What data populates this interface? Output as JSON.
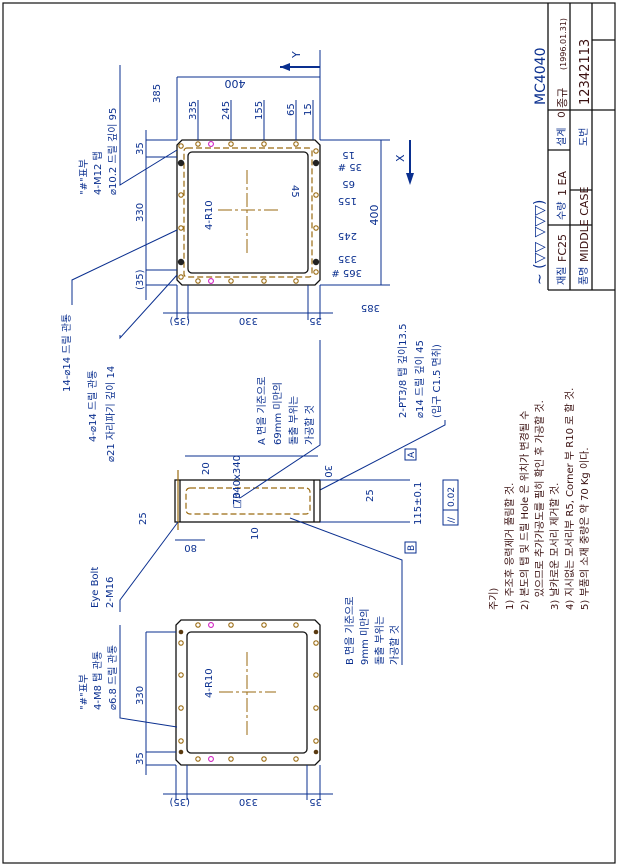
{
  "title_block": {
    "surface_finish_symbol": "∼ (▽▽ ▽▽▽)",
    "drawing_code": "MC4040",
    "material_label": "재질",
    "material_value": "FC25",
    "quantity_label": "수량",
    "quantity_value": "1 EA",
    "design_label": "설계",
    "designer_value": "이종규",
    "design_date": "(1996.01.31)",
    "part_name_label": "품명",
    "part_name_value": "MIDDLE CASE",
    "drawing_no_label": "도번",
    "drawing_no_value": "12342113"
  },
  "top_view": {
    "axis_y": "Y",
    "axis_x": "X",
    "overall_width": "400",
    "overall_height": "400",
    "top_positions": [
      "385",
      "335",
      "245",
      "155",
      "65",
      "15"
    ],
    "right_positions": [
      "15",
      "35 #",
      "65",
      "155",
      "245",
      "335",
      "365 #",
      "385"
    ],
    "right_inner_dim": "45",
    "left_dims": [
      "35",
      "330",
      "(35)"
    ],
    "bottom_dims": [
      "(35)",
      "330",
      "35"
    ],
    "corner_radius": "4-R10",
    "tap_note": [
      "\"#\"표부",
      "4-M12 탭",
      "⌀10.2 드릴 깊이 95"
    ],
    "drill_note_14": "14-⌀14 드릴 관통",
    "counterbore_note": [
      "4-⌀14 드릴 관통",
      "⌀21 자리파기 깊이 14"
    ],
    "pt_note": [
      "2-PT3/8 탭 깊이13.5",
      "⌀14 드릴 깊이 45",
      "(입구 C1.5 면취)"
    ]
  },
  "side_view": {
    "square_dim": "□340x340",
    "dim_20": "20",
    "dim_70": "70",
    "dim_30": "30",
    "dim_25_left": "25",
    "dim_80": "80",
    "dim_10": "10",
    "dim_25_right": "25",
    "thickness_dim": "115±0.1",
    "datum_a": "A",
    "datum_b": "B",
    "parallelism_symbol": "//",
    "parallelism_tol": "0.02",
    "eye_bolt_note": [
      "Eye Bolt",
      "2-M16"
    ],
    "a_face_note": [
      "A 면을 기준으로",
      "69mm 미만의",
      "돌출 부위는",
      "가공할 것"
    ],
    "b_face_note": [
      "B 면을 기준으로",
      "9mm 미만의",
      "돌출 부위는",
      "가공할 것"
    ]
  },
  "bottom_view": {
    "tap_note": [
      "\"#\"표부",
      "4-M8 탭 관통",
      "⌀6.8 드릴 관통"
    ],
    "corner_radius": "4-R10",
    "left_dims": [
      "330",
      "35"
    ],
    "bottom_dims": [
      "(35)",
      "330",
      "35"
    ]
  },
  "notes": {
    "heading": "주기)",
    "items": [
      "1) 주조후 응력제거 풀림할 것.",
      "2) 본도의 탭 및 드릴 Hole 은 위치가 변경될 수",
      "    있으므로 추가가공도를 필히 확인 후 가공할 것.",
      "3) 날카로운 모서리 제거할 것.",
      "4) 지시없는 모서리부 R5, Corner 부 R10 로 할 것.",
      "5) 부품의 소재 중량은 약 70 Kg 이다."
    ]
  }
}
